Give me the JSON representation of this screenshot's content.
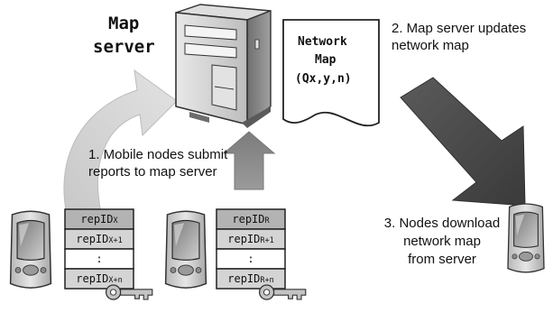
{
  "map_server": {
    "title_line1": "Map",
    "title_line2": "server"
  },
  "network_map_doc": {
    "line1": "Network",
    "line2": "Map",
    "line3": "(Qx,y,n)"
  },
  "steps": {
    "step1_line1": "1. Mobile nodes submit",
    "step1_line2": "reports to map server",
    "step2_line1": "2. Map server updates",
    "step2_line2": "network map",
    "step3_line1": "3. Nodes download",
    "step3_line2": "network map",
    "step3_line3": "from server"
  },
  "report_stack_x": {
    "rows": [
      {
        "base": "repID",
        "sub": "X"
      },
      {
        "base": "repID",
        "sub": "X+1"
      },
      {
        "base": ":",
        "sub": ""
      },
      {
        "base": "repID",
        "sub": "X+n"
      }
    ]
  },
  "report_stack_r": {
    "rows": [
      {
        "base": "repID",
        "sub": "R"
      },
      {
        "base": "repID",
        "sub": "R+1"
      },
      {
        "base": ":",
        "sub": ""
      },
      {
        "base": "repID",
        "sub": "R+n"
      }
    ]
  },
  "colors": {
    "arrow_curve": "#d6d6d6",
    "arrow_up": "#8c8c8c",
    "arrow_down": "#4a4a4a",
    "cell_dark": "#b3b3b3",
    "cell_mid": "#d4d4d4",
    "cell_light": "#ffffff"
  },
  "icons": [
    "server-tower-icon",
    "document-icon",
    "pda-icon",
    "key-icon"
  ]
}
